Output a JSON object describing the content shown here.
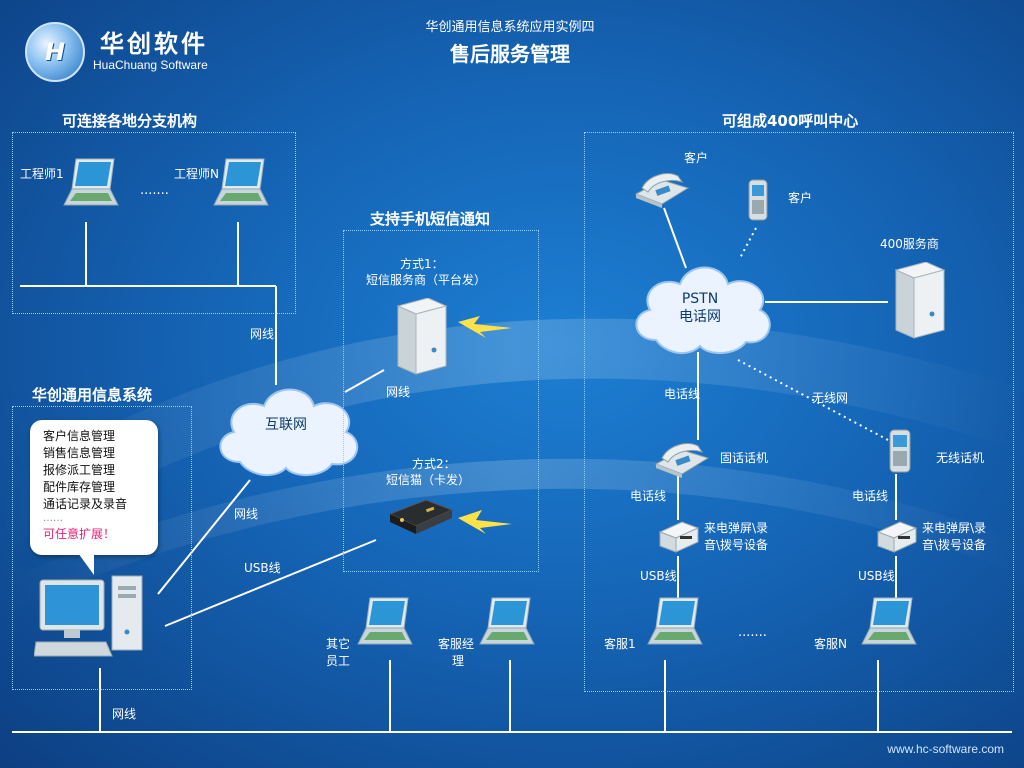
{
  "header": {
    "brand_cn": "华创软件",
    "brand_en": "HuaChuang Software",
    "subtitle": "华创通用信息系统应用实例四",
    "title": "售后服务管理"
  },
  "branches": {
    "title": "可连接各地分支机构",
    "engineer1": "工程师1",
    "engineer_n": "工程师N",
    "ellipsis": "·······",
    "link": "网线"
  },
  "system": {
    "title": "华创通用信息系统",
    "features": [
      "客户信息管理",
      "销售信息管理",
      "报修派工管理",
      "配件库存管理",
      "通话记录及录音"
    ],
    "more": "……",
    "expand": "可任意扩展！",
    "link_net": "网线",
    "link_usb": "USB线"
  },
  "internet": {
    "label": "互联网"
  },
  "sms": {
    "title": "支持手机短信通知",
    "method1_line1": "方式1：",
    "method1_line2": "短信服务商（平台发）",
    "method1_link": "网线",
    "method2_line1": "方式2：",
    "method2_line2": "短信猫（卡发）"
  },
  "callcenter": {
    "title": "可组成400呼叫中心",
    "customer_phone": "客户",
    "customer_mobile": "客户",
    "provider": "400服务商",
    "pstn_line1": "PSTN",
    "pstn_line2": "电话网",
    "phone_line": "电话线",
    "wireless_net": "无线网",
    "landline": "固话话机",
    "wireless_phone": "无线话机",
    "left_line": "电话线",
    "right_line": "电话线",
    "device_left_line1": "来电弹屏\\录",
    "device_left_line2": "音\\拨号设备",
    "device_right_line1": "来电弹屏\\录",
    "device_right_line2": "音\\拨号设备",
    "usb_left": "USB线",
    "usb_right": "USB线",
    "agent1": "客服1",
    "agent_n": "客服N",
    "agent_ellipsis": "·······"
  },
  "lan": {
    "other_line1": "其它",
    "other_line2": "员工",
    "manager_line1": "客服经",
    "manager_line2": "理",
    "link": "网线"
  },
  "footer": {
    "website": "www.hc-software.com"
  },
  "colors": {
    "accent": "#ffe14a",
    "cloud": "#eaf3ff",
    "line": "#ffffff",
    "panel_border": "#8fd0ff"
  }
}
